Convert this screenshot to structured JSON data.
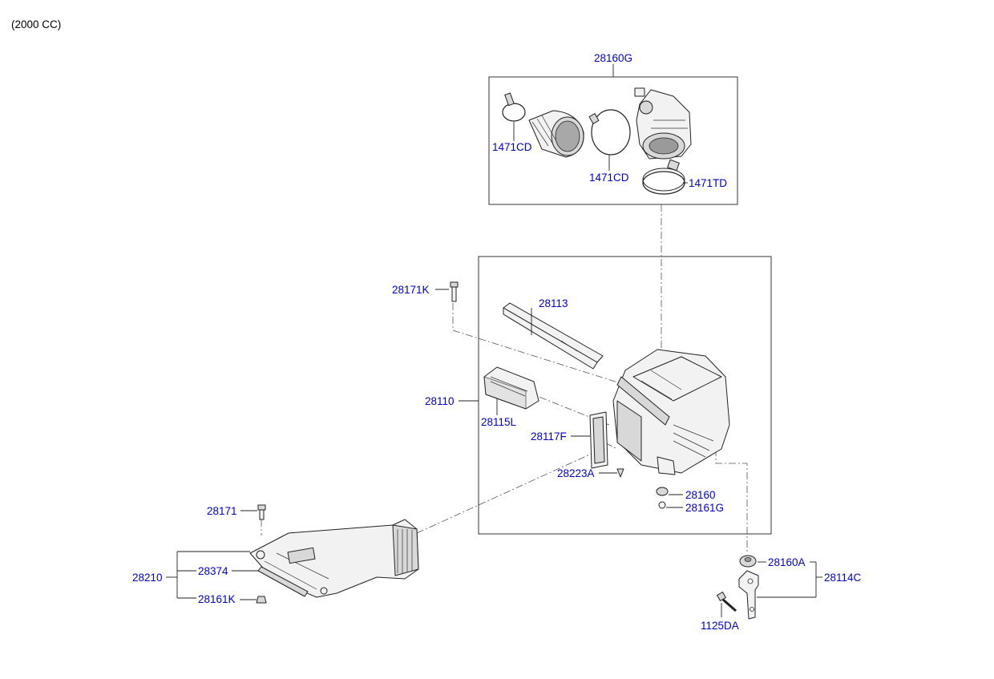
{
  "header": {
    "engine_note": "(2000 CC)"
  },
  "labels": {
    "l_28160G": "28160G",
    "l_1471CD_a": "1471CD",
    "l_1471CD_b": "1471CD",
    "l_1471TD": "1471TD",
    "l_28171K": "28171K",
    "l_28113": "28113",
    "l_28110": "28110",
    "l_28115L": "28115L",
    "l_28117F": "28117F",
    "l_28223A": "28223A",
    "l_28160": "28160",
    "l_28161G": "28161G",
    "l_28171": "28171",
    "l_28210": "28210",
    "l_28374": "28374",
    "l_28161K": "28161K",
    "l_28160A": "28160A",
    "l_28114C": "28114C",
    "l_1125DA": "1125DA"
  },
  "colors": {
    "label": "#0000c8",
    "line": "#222222"
  }
}
